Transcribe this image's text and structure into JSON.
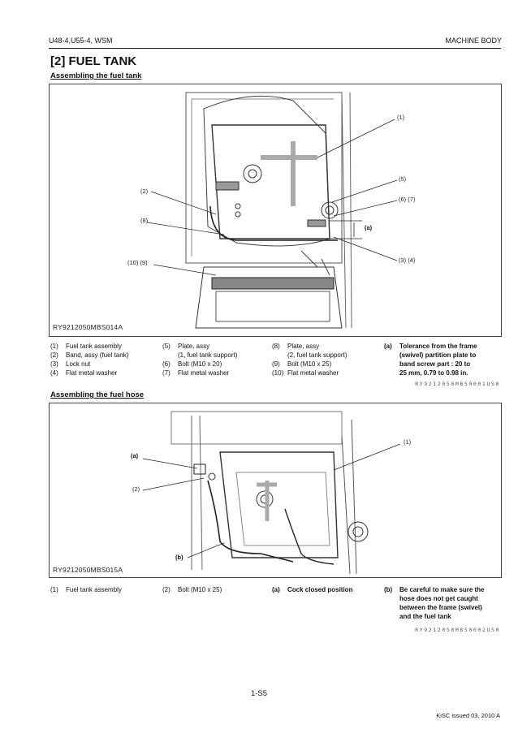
{
  "header": {
    "left": "U48-4,U55-4, WSM",
    "right": "MACHINE BODY"
  },
  "section_title": "[2]  FUEL TANK",
  "fig1": {
    "subtitle": "Assembling the fuel tank",
    "figure_id": "RY9212050MBS014A",
    "callouts": {
      "c1": "(1)",
      "c2": "(2)",
      "c5": "(5)",
      "c67": "(6) (7)",
      "ca": "(a)",
      "c8": "(8)",
      "c109": "(10) (9)",
      "c34": "(3) (4)"
    },
    "legend": {
      "col1": [
        {
          "n": "(1)",
          "t": "Fuel tank assembly"
        },
        {
          "n": "(2)",
          "t": "Band, assy (fuel tank)"
        },
        {
          "n": "(3)",
          "t": "Lock nut"
        },
        {
          "n": "(4)",
          "t": "Flat metal washer"
        }
      ],
      "col2": [
        {
          "n": "(5)",
          "t": "Plate, assy"
        },
        {
          "n": "",
          "t": "(1, fuel tank support)"
        },
        {
          "n": "(6)",
          "t": "Bolt (M10 x 20)"
        },
        {
          "n": "(7)",
          "t": "Flat metal washer"
        }
      ],
      "col3": [
        {
          "n": "(8)",
          "t": "Plate, assy"
        },
        {
          "n": "",
          "t": "(2, fuel tank support)"
        },
        {
          "n": "(9)",
          "t": "Bolt (M10 x 25)"
        },
        {
          "n": "(10)",
          "t": "Flat metal washer"
        }
      ],
      "col4": [
        {
          "n": "(a)",
          "t": "Tolerance from the frame"
        },
        {
          "n": "",
          "t": "(swivel) partition plate to"
        },
        {
          "n": "",
          "t": "band screw part : 20 to"
        },
        {
          "n": "",
          "t": "25 mm, 0.79 to 0.98 in."
        }
      ]
    },
    "code": "RY9212050MBS0001US0"
  },
  "fig2": {
    "subtitle": "Assembling the fuel hose",
    "figure_id": "RY9212050MBS015A",
    "callouts": {
      "a": "(a)",
      "c2": "(2)",
      "c1": "(1)",
      "b": "(b)"
    },
    "legend": {
      "col1": [
        {
          "n": "(1)",
          "t": "Fuel tank assembly"
        }
      ],
      "col2": [
        {
          "n": "(2)",
          "t": "Bolt (M10 x 25)"
        }
      ],
      "col3": [
        {
          "n": "(a)",
          "t": "Cock closed position"
        }
      ],
      "col4": [
        {
          "n": "(b)",
          "t": "Be careful to make sure the"
        },
        {
          "n": "",
          "t": "hose does not get caught"
        },
        {
          "n": "",
          "t": "between the frame (swivel)"
        },
        {
          "n": "",
          "t": "and the fuel tank"
        }
      ]
    },
    "code": "RY9212050MBS0002US0"
  },
  "footer": {
    "page": "1-S5",
    "issued": "KiSC issued 03, 2010 A"
  }
}
